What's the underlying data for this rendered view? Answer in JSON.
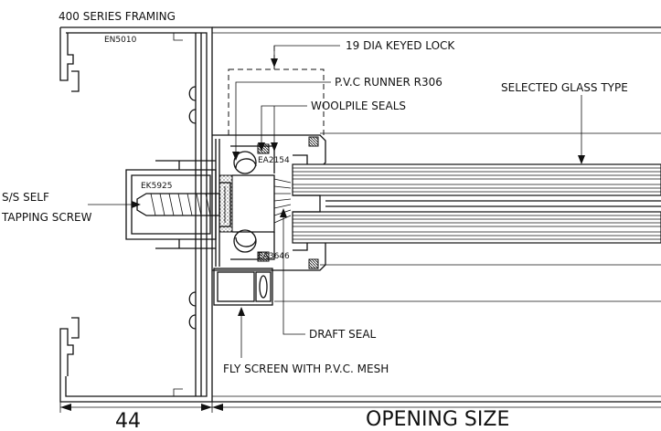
{
  "labels": {
    "framing": "400 SERIES FRAMING",
    "framing_code": "EN5010",
    "lock": "19 DIA KEYED LOCK",
    "runner": "P.V.C RUNNER R306",
    "woolpile": "WOOLPILE SEALS",
    "glass": "SELECTED GLASS TYPE",
    "profile_top_code": "EA2154",
    "profile_screw_code": "EK5925",
    "screw_line1": "S/S SELF",
    "screw_line2": "TAPPING SCREW",
    "profile_bottom_code": "EA3646",
    "draft_seal": "DRAFT SEAL",
    "fly_screen": "FLY SCREEN WITH P.V.C. MESH",
    "dim_width": "44",
    "dim_opening": "OPENING SIZE"
  }
}
